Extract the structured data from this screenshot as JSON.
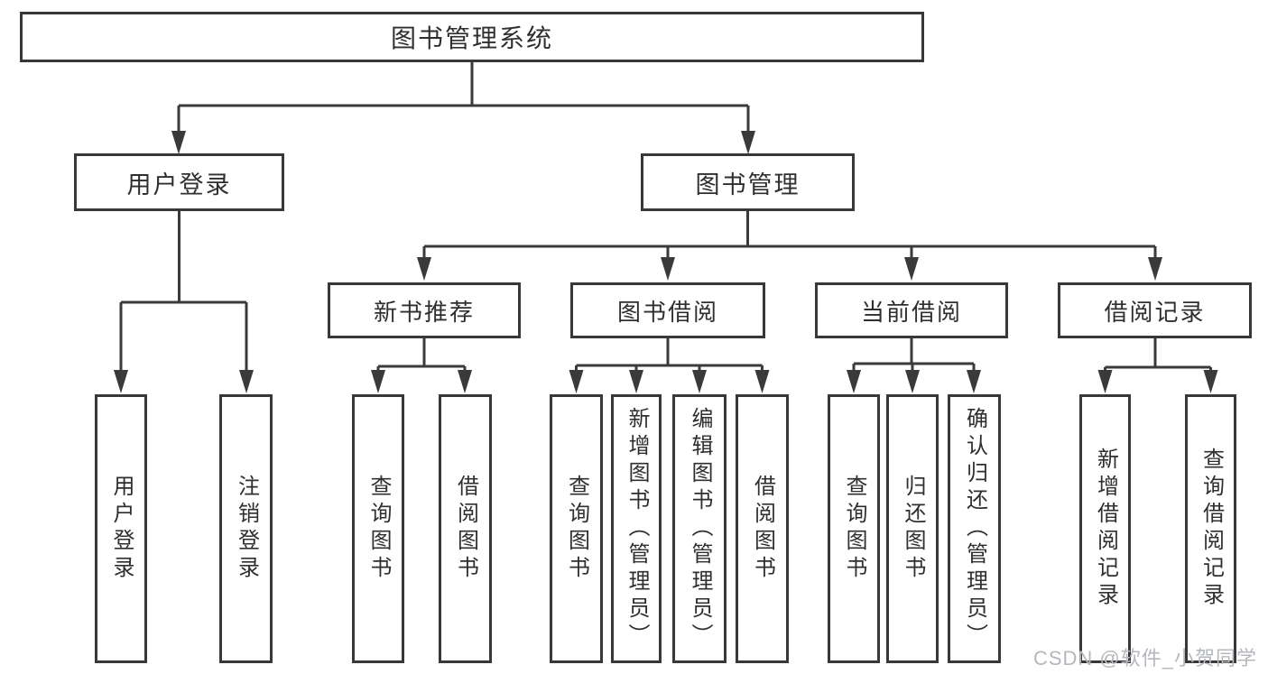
{
  "tree": {
    "root": {
      "label": "图书管理系统"
    },
    "branches": [
      {
        "label": "用户登录",
        "children": [
          {
            "label": "用户登录"
          },
          {
            "label": "注销登录"
          }
        ]
      },
      {
        "label": "图书管理",
        "children": [
          {
            "label": "新书推荐",
            "children": [
              {
                "label": "查询图书"
              },
              {
                "label": "借阅图书"
              }
            ]
          },
          {
            "label": "图书借阅",
            "children": [
              {
                "label": "查询图书"
              },
              {
                "label": "新增图书（管理员）"
              },
              {
                "label": "编辑图书（管理员）"
              },
              {
                "label": "借阅图书"
              }
            ]
          },
          {
            "label": "当前借阅",
            "children": [
              {
                "label": "查询图书"
              },
              {
                "label": "归还图书"
              },
              {
                "label": "确认归还（管理员）"
              }
            ]
          },
          {
            "label": "借阅记录",
            "children": [
              {
                "label": "新增借阅记录"
              },
              {
                "label": "查询借阅记录"
              }
            ]
          }
        ]
      }
    ]
  },
  "watermark": {
    "text": "CSDN @软件_小贺同学"
  },
  "colors": {
    "line": "#3a3a3a",
    "box_border": "#383838",
    "text": "#2f2f2f",
    "watermark": "#b4b7bb",
    "background": "#ffffff"
  }
}
